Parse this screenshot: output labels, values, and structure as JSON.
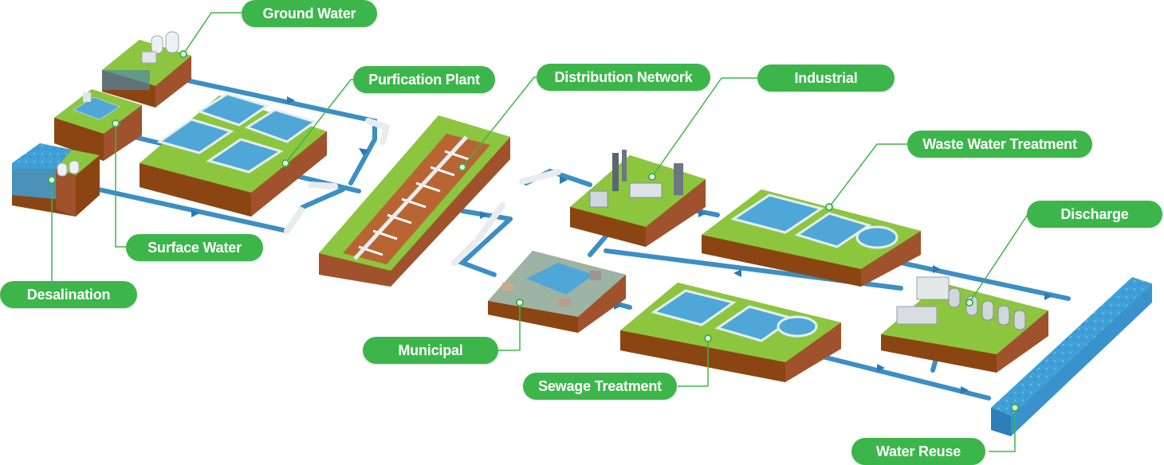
{
  "labels": {
    "ground_water": "Ground Water",
    "purification_plant": "Purfication Plant",
    "distribution_network": "Distribution Network",
    "industrial": "Industrial",
    "waste_water_treatment": "Waste Water Treatment",
    "discharge": "Discharge",
    "surface_water": "Surface Water",
    "desalination": "Desalination",
    "municipal": "Municipal",
    "sewage_treatment": "Sewage Treatment",
    "water_reuse": "Water Reuse"
  },
  "colors": {
    "label_bg": "#3cb64a",
    "label_text": "#ffffff",
    "grass": "#8cc63f",
    "soil": "#a0522d",
    "pipe": "#3b8fc4",
    "water": "#4fa7d8"
  }
}
